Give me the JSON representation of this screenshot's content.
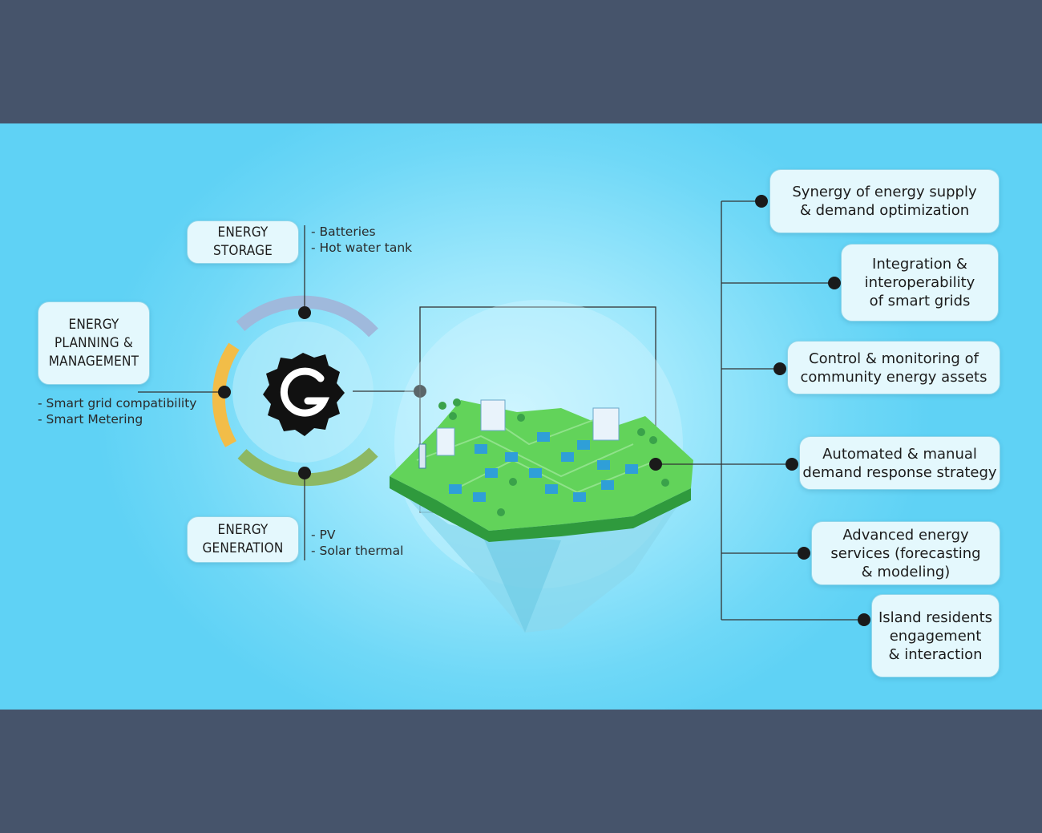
{
  "left": {
    "planning": "ENERGY\nPLANNING &\nMANAGEMENT",
    "planning_notes": "- Smart grid compatibility\n- Smart Metering",
    "storage": "ENERGY\nSTORAGE",
    "storage_notes": "- Batteries\n- Hot water tank",
    "generation": "ENERGY\nGENERATION",
    "generation_notes": "- PV\n- Solar thermal"
  },
  "right": [
    "Synergy of energy supply\n& demand optimization",
    "Integration &\ninteroperability\nof smart grids",
    "Control & monitoring of\ncommunity energy assets",
    "Automated & manual\ndemand response strategy",
    "Advanced energy\nservices (forecasting\n& modeling)",
    "Island residents\nengagement\n& interaction"
  ],
  "colors": {
    "frame": "#46546b",
    "arc_storage": "#9fb9dc",
    "arc_planning": "#f2bd48",
    "arc_generation": "#8db863",
    "logo": "#111111",
    "island_grass": "#62d35a"
  }
}
